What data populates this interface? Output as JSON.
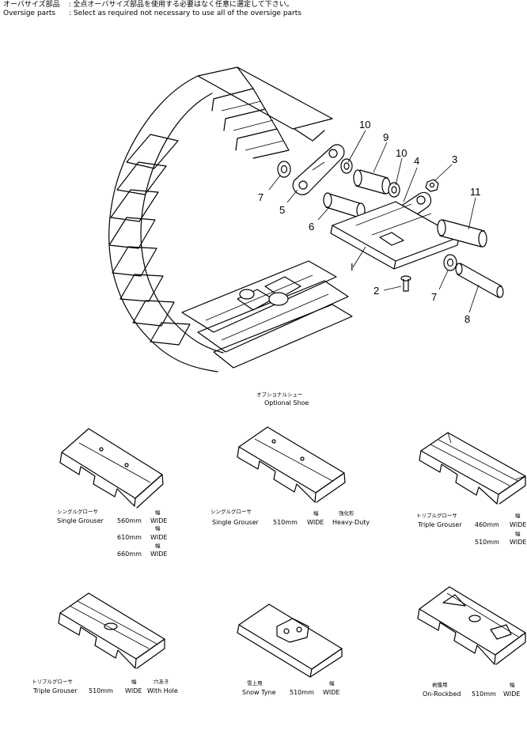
{
  "header": {
    "line1_jp": "オーバサイズ部品",
    "line1_text": ": 全点オーバサイズ部品を使用する必要はなく任意に選定して下さい。",
    "line2_label": "Oversige parts",
    "line2_text": ": Select as required not necessary to use all of the oversige parts"
  },
  "callouts": [
    {
      "id": "c10a",
      "label": "10"
    },
    {
      "id": "c9",
      "label": "9"
    },
    {
      "id": "c10b",
      "label": "10"
    },
    {
      "id": "c4",
      "label": "4"
    },
    {
      "id": "c3",
      "label": "3"
    },
    {
      "id": "c11",
      "label": "11"
    },
    {
      "id": "c7a",
      "label": "7"
    },
    {
      "id": "c5",
      "label": "5"
    },
    {
      "id": "c6",
      "label": "6"
    },
    {
      "id": "cI",
      "label": "I"
    },
    {
      "id": "c2",
      "label": "2"
    },
    {
      "id": "c7b",
      "label": "7"
    },
    {
      "id": "c8",
      "label": "8"
    }
  ],
  "optional": {
    "jp": "オプショナルシュー",
    "en": "Optional Shoe"
  },
  "shoes": [
    {
      "jp": "シングルグローサ",
      "name": "Single Grouser",
      "wide_jp": "幅",
      "wide": "WIDE",
      "sizes": [
        "560mm",
        "610mm",
        "660mm"
      ]
    },
    {
      "jp": "シングルグローサ",
      "name": "Single Grouser",
      "size": "510mm",
      "wide_jp": "幅",
      "wide": "WIDE",
      "extra_jp": "強化形",
      "extra": "Heavy-Duty"
    },
    {
      "jp": "トリプルグローサ",
      "name": "Triple Grouser",
      "wide_jp": "幅",
      "wide": "WIDE",
      "sizes": [
        "460mm",
        "510mm"
      ]
    },
    {
      "jp": "トリプルグローサ",
      "name": "Triple Grouser",
      "size": "510mm",
      "wide_jp": "幅",
      "wide": "WIDE",
      "extra_jp": "穴あき",
      "extra": "With Hole"
    },
    {
      "jp": "雪上用",
      "name": "Snow Tyne",
      "size": "510mm",
      "wide_jp": "幅",
      "wide": "WIDE"
    },
    {
      "jp": "岩盤用",
      "name": "On-Rockbed",
      "size": "510mm",
      "wide_jp": "幅",
      "wide": "WIDE"
    }
  ]
}
